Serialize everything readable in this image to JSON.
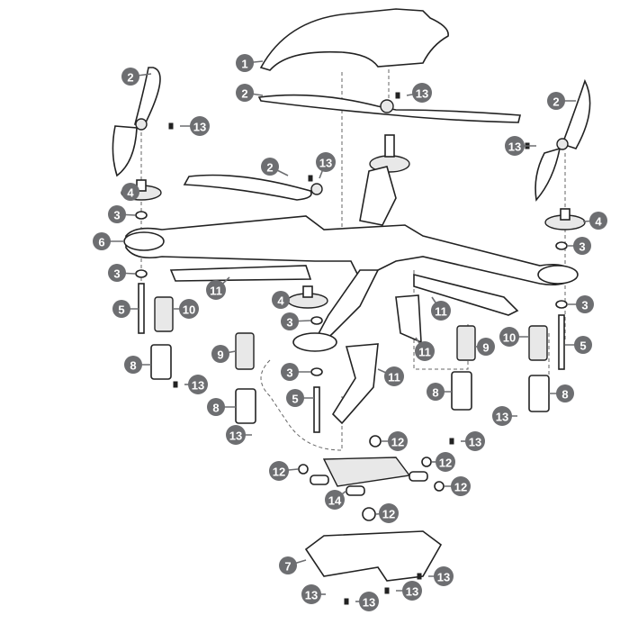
{
  "title": "Drone exploded parts diagram",
  "badge_color": "#6d6e71",
  "callouts": [
    "1",
    "2",
    "2",
    "13",
    "13",
    "2",
    "13",
    "2",
    "13",
    "4",
    "3",
    "4",
    "6",
    "3",
    "3",
    "11",
    "3",
    "5",
    "10",
    "4",
    "11",
    "3",
    "11",
    "9",
    "10",
    "5",
    "9",
    "8",
    "13",
    "11",
    "3",
    "8",
    "8",
    "8",
    "5",
    "13",
    "13",
    "13",
    "12",
    "12",
    "12",
    "14",
    "12",
    "12",
    "7",
    "13",
    "13",
    "13",
    "13"
  ]
}
